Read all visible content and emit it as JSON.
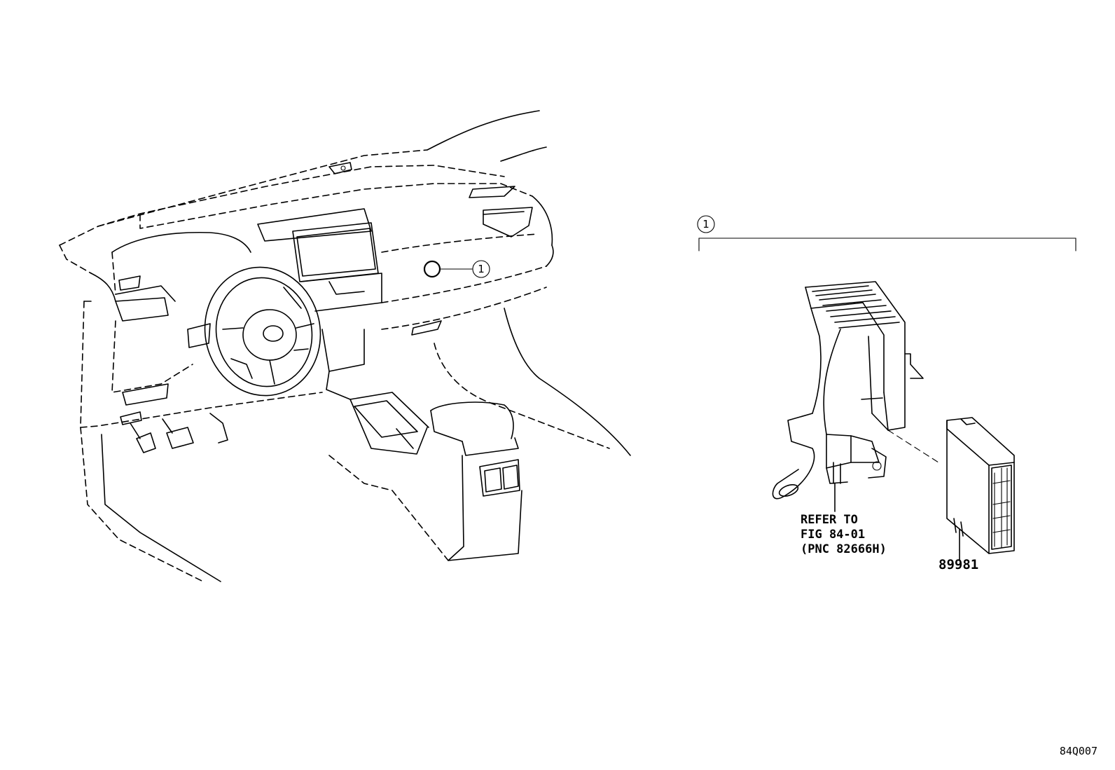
{
  "callout": {
    "number": "1"
  },
  "parts": [
    {
      "part_number": "89981"
    }
  ],
  "reference_note": {
    "line1": "REFER TO",
    "line2": "FIG 84-01",
    "line3": "(PNC 82666H)"
  },
  "figure_code": "84Q007"
}
